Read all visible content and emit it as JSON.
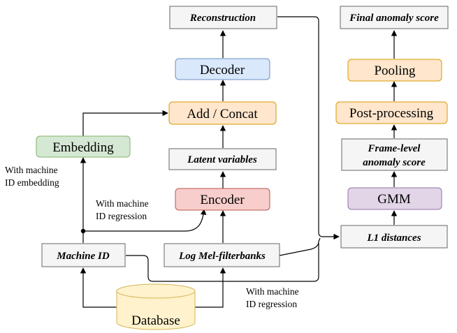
{
  "diagram": {
    "nodes": {
      "reconstruction": "Reconstruction",
      "decoder": "Decoder",
      "add_concat": "Add / Concat",
      "latent_variables": "Latent variables",
      "encoder": "Encoder",
      "embedding": "Embedding",
      "machine_id": "Machine ID",
      "log_mel": "Log Mel-filterbanks",
      "database": "Database",
      "final_anomaly_score": "Final anomaly score",
      "pooling": "Pooling",
      "post_processing": "Post-processing",
      "frame_level_line1": "Frame-level",
      "frame_level_line2": "anomaly score",
      "gmm": "GMM",
      "l1_distances": "L1 distances"
    },
    "annotations": {
      "embed_note_line1": "With machine",
      "embed_note_line2": "ID embedding",
      "regress_note_line1": "With machine",
      "regress_note_line2": "ID regression",
      "bottom_note_line1": "With machine",
      "bottom_note_line2": "ID regression"
    },
    "colors": {
      "gray_fill": "#f5f5f5",
      "gray_stroke": "#666666",
      "blue_fill": "#dae8fc",
      "blue_stroke": "#6c8ebf",
      "orange_fill": "#ffe6cc",
      "orange_stroke": "#d79b00",
      "green_fill": "#d5e8d4",
      "green_stroke": "#82b366",
      "red_fill": "#f8cecc",
      "red_stroke": "#b85450",
      "purple_fill": "#e1d5e7",
      "purple_stroke": "#9673a6",
      "yellow_fill": "#fff2cc",
      "yellow_stroke": "#d6b656"
    }
  }
}
